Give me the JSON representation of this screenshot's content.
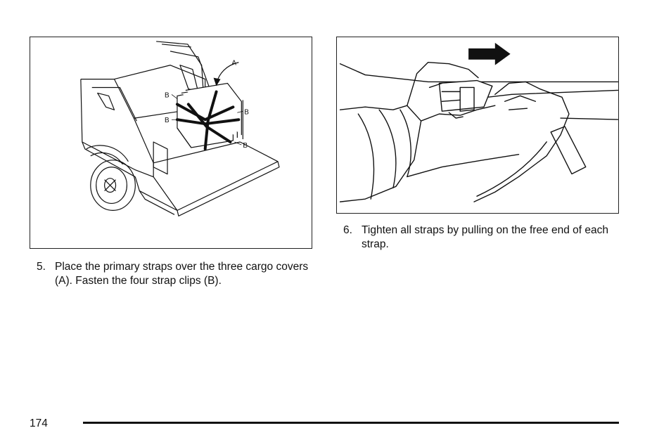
{
  "figures": {
    "left": {
      "callout_a": "A",
      "callout_b": "B"
    }
  },
  "steps": [
    {
      "number": "5.",
      "text": "Place the primary straps over the three cargo covers (A). Fasten the four strap clips (B)."
    },
    {
      "number": "6.",
      "text": "Tighten all straps by pulling on the free end of each strap."
    }
  ],
  "footer": {
    "page_number": "174"
  }
}
